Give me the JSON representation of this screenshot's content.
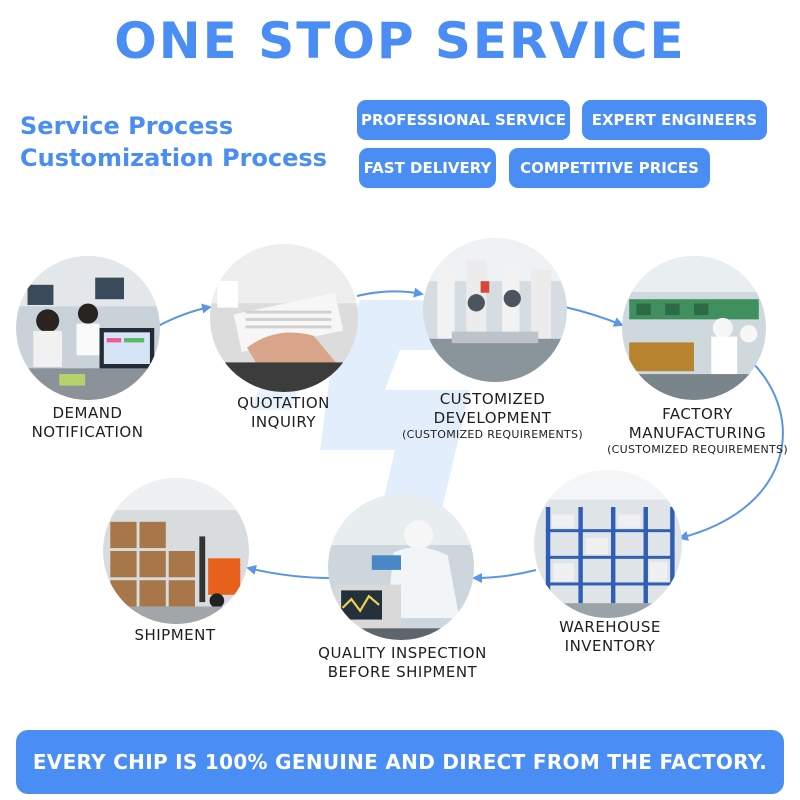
{
  "header": {
    "title": "ONE STOP SERVICE"
  },
  "subtitles": [
    "Service Process",
    "Customization Process"
  ],
  "tags": [
    "PROFESSIONAL SERVICE",
    "EXPERT ENGINEERS",
    "FAST DELIVERY",
    "COMPETITIVE PRICES"
  ],
  "steps": [
    {
      "line1": "DEMAND",
      "line2": "NOTIFICATION",
      "note": ""
    },
    {
      "line1": "QUOTATION",
      "line2": "INQUIRY",
      "note": ""
    },
    {
      "line1": "CUSTOMIZED",
      "line2": "DEVELOPMENT",
      "note": "(CUSTOMIZED REQUIREMENTS)"
    },
    {
      "line1": "FACTORY",
      "line2": "MANUFACTURING",
      "note": "(CUSTOMIZED REQUIREMENTS)"
    },
    {
      "line1": "WAREHOUSE",
      "line2": "INVENTORY",
      "note": ""
    },
    {
      "line1": "QUALITY INSPECTION",
      "line2": "BEFORE SHIPMENT",
      "note": ""
    },
    {
      "line1": "SHIPMENT",
      "line2": "",
      "note": ""
    }
  ],
  "footer": {
    "text": "EVERY CHIP IS 100% GENUINE AND DIRECT FROM THE FACTORY."
  },
  "colors": {
    "accent": "#4a8df5",
    "arrow": "#5b95e8",
    "text": "#1e1e1e"
  }
}
